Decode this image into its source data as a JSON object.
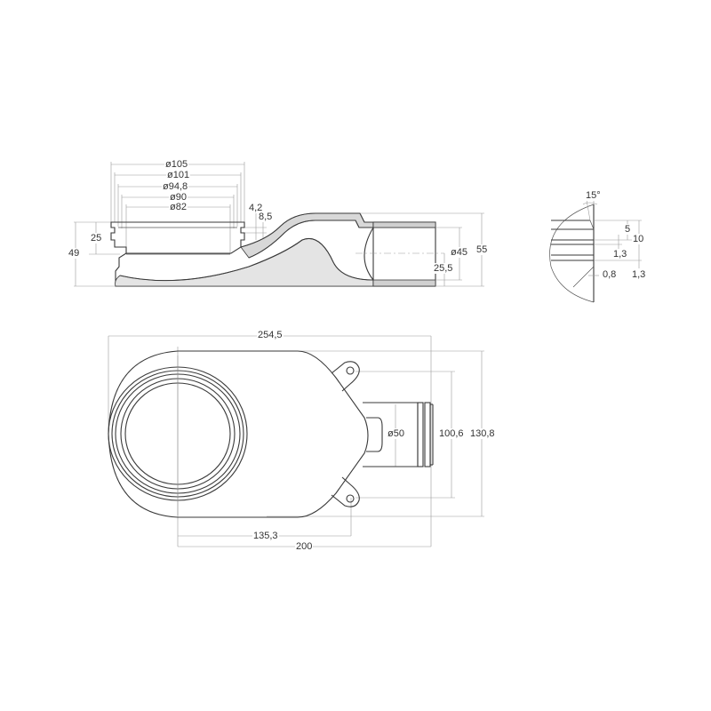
{
  "drawing": {
    "side_view": {
      "diameters": [
        "ø105",
        "ø101",
        "ø94,8",
        "ø90",
        "ø82"
      ],
      "step_small": "4,2",
      "step_large": "8,5",
      "flange_height": "25",
      "total_height_left": "49",
      "outlet_diameter": "ø45",
      "outlet_axis_height": "25,5",
      "total_height_right": "55"
    },
    "detail_view": {
      "angle": "15°",
      "dim_5": "5",
      "dim_10": "10",
      "dim_1_3_a": "1,3",
      "dim_0_8": "0,8",
      "dim_1_3_b": "1,3"
    },
    "top_view": {
      "overall_length": "254,5",
      "mount_hole_offset": "135,3",
      "outlet_offset": "200",
      "outlet_diameter": "ø50",
      "mount_hole_spacing": "100,6",
      "overall_width": "130,8"
    }
  }
}
